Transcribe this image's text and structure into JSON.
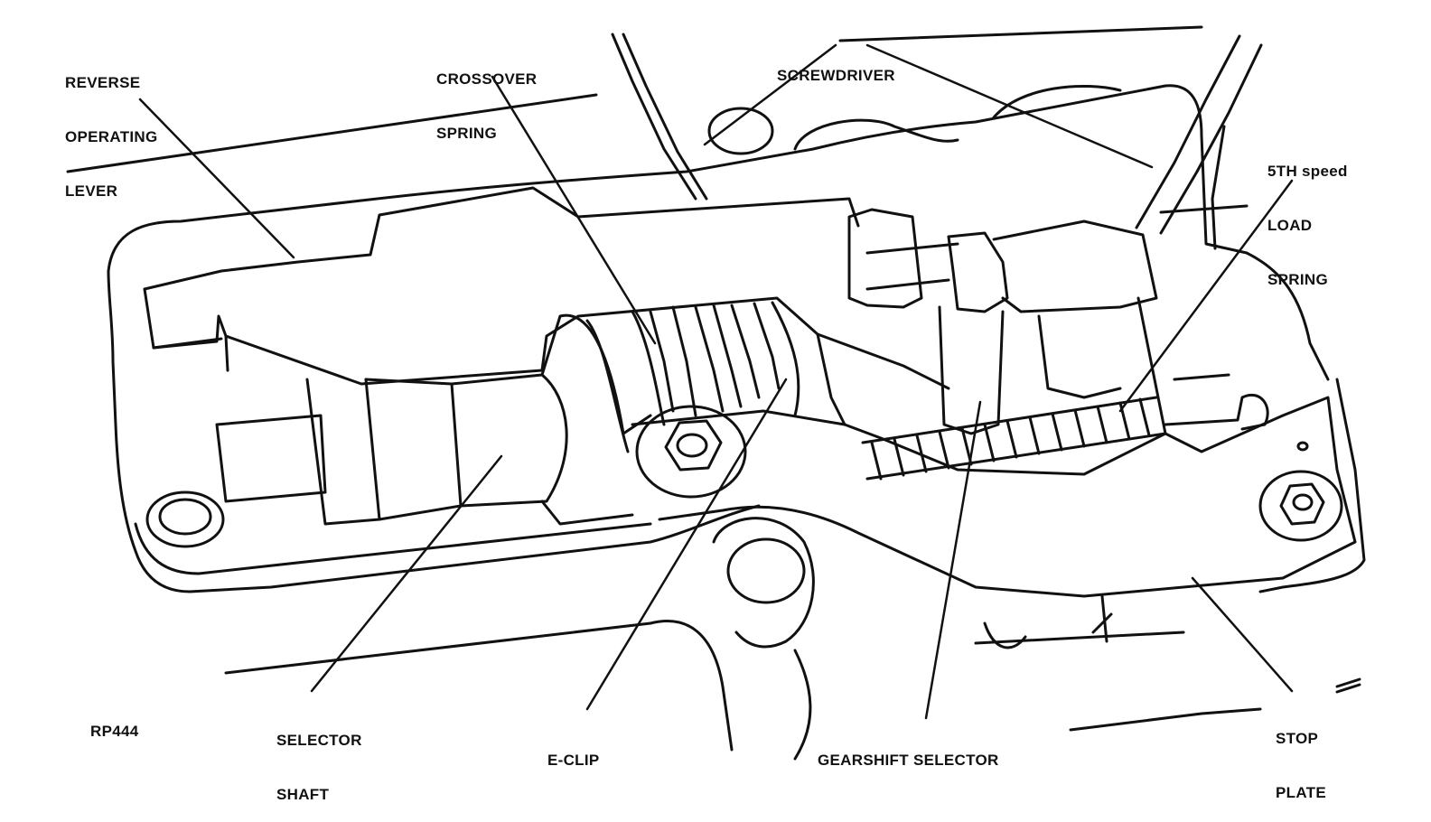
{
  "figure_id": "RP444",
  "labels": {
    "reverse_operating_lever": [
      "REVERSE",
      "OPERATING",
      "LEVER"
    ],
    "crossover_spring": [
      "CROSSOVER",
      "SPRING"
    ],
    "screwdriver": [
      "SCREWDRIVER"
    ],
    "fifth_speed_load_spring": [
      "5TH speed",
      "LOAD",
      "SPRING"
    ],
    "selector_shaft": [
      "SELECTOR",
      "SHAFT"
    ],
    "e_clip": [
      "E-CLIP"
    ],
    "gearshift_selector": [
      "GEARSHIFT SELECTOR"
    ],
    "stop_plate": [
      "STOP",
      "PLATE"
    ]
  },
  "colors": {
    "ink": "#111111",
    "paper": "#ffffff"
  }
}
